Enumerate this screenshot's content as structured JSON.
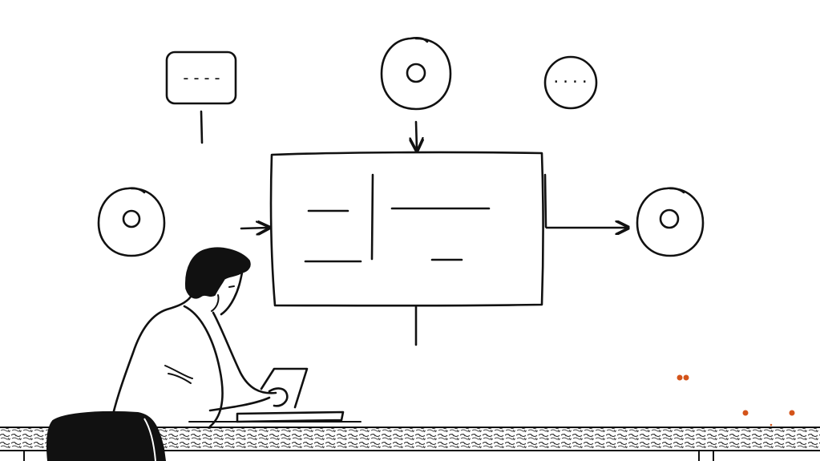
{
  "canvas": {
    "background": "#ffffff",
    "ink_color": "#111111",
    "accent_color": "#d4541a"
  },
  "nodes": {
    "top_left_box": {
      "shape": "rounded-rectangle",
      "label": "----"
    },
    "top_center_node": {
      "shape": "ring"
    },
    "top_right_bubble": {
      "shape": "circle",
      "label": "····"
    },
    "left_node": {
      "shape": "ring"
    },
    "right_node": {
      "shape": "ring"
    },
    "process_box": {
      "shape": "rectangle-with-divider",
      "left_lines": 2,
      "right_lines": 2
    }
  },
  "connectors": [
    {
      "from": "top_left_box",
      "to": "none",
      "style": "line"
    },
    {
      "from": "top_center_node",
      "to": "process_box",
      "style": "arrow"
    },
    {
      "from": "left_node",
      "to": "process_box",
      "style": "arrow"
    },
    {
      "from": "process_box",
      "to": "right_node",
      "style": "arrow"
    },
    {
      "from": "process_box",
      "to": "none",
      "style": "line"
    }
  ],
  "figure": {
    "subject": "person-at-desk",
    "holds": "tablet",
    "seat": "chair"
  },
  "desk": {
    "pattern": "hatched-texture"
  },
  "decorations": {
    "dots": "orange-dots"
  }
}
